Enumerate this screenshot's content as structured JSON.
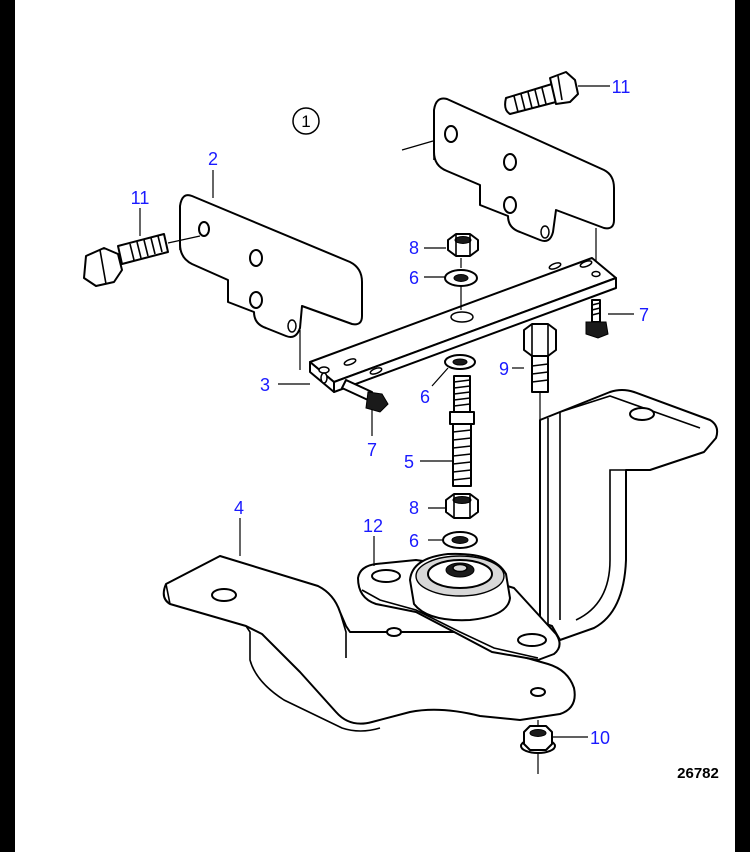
{
  "diagram": {
    "view_marker": "1",
    "reference_number": "26782",
    "callouts": [
      {
        "id": "label-11-top",
        "text": "11"
      },
      {
        "id": "label-2",
        "text": "2"
      },
      {
        "id": "label-11-left",
        "text": "11"
      },
      {
        "id": "label-8-top",
        "text": "8"
      },
      {
        "id": "label-6-top",
        "text": "6"
      },
      {
        "id": "label-7-right",
        "text": "7"
      },
      {
        "id": "label-9",
        "text": "9"
      },
      {
        "id": "label-3",
        "text": "3"
      },
      {
        "id": "label-6-mid",
        "text": "6"
      },
      {
        "id": "label-7-left",
        "text": "7"
      },
      {
        "id": "label-5",
        "text": "5"
      },
      {
        "id": "label-8-bottom",
        "text": "8"
      },
      {
        "id": "label-4",
        "text": "4"
      },
      {
        "id": "label-12",
        "text": "12"
      },
      {
        "id": "label-6-bottom",
        "text": "6"
      },
      {
        "id": "label-10",
        "text": "10"
      }
    ]
  }
}
